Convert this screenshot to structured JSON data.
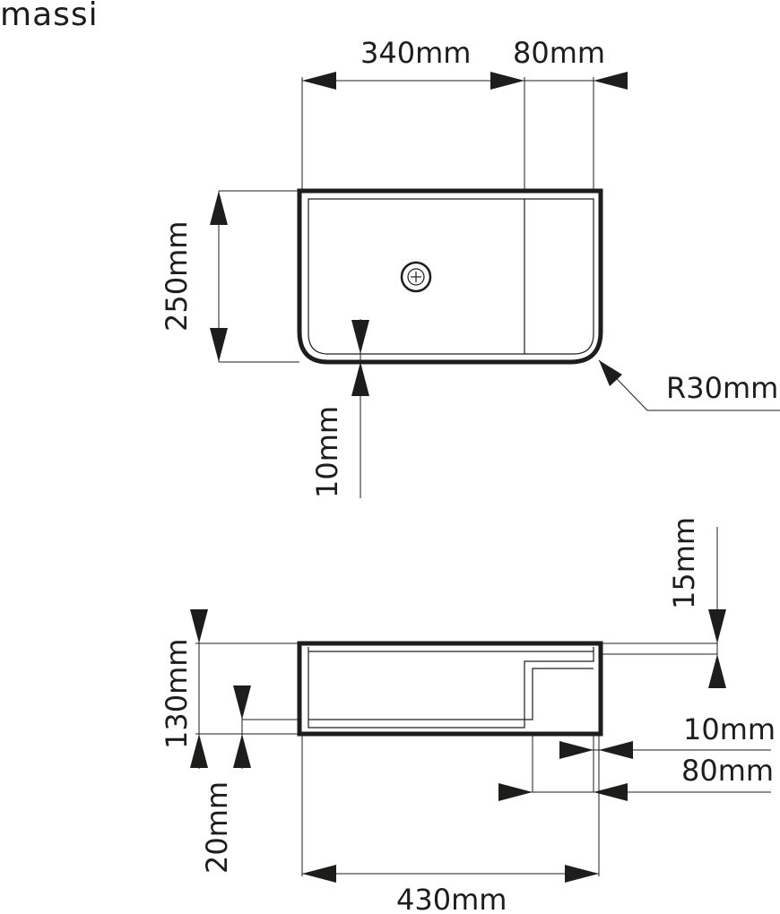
{
  "brand": {
    "logo_text": "massi"
  },
  "top_view": {
    "width_label": "340mm",
    "shelf_width_label": "80mm",
    "depth_label": "250mm",
    "rim_label": "10mm",
    "radius_label": "R30mm"
  },
  "side_view": {
    "top_thickness_label": "15mm",
    "height_label": "130mm",
    "bottom_thickness_label": "20mm",
    "wall_label": "10mm",
    "shelf_label": "80mm",
    "length_label": "430mm"
  },
  "colors": {
    "line": "#1d1d1b",
    "background": "#ffffff"
  }
}
